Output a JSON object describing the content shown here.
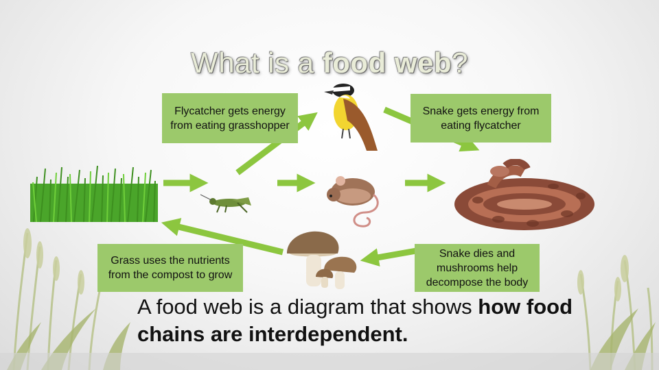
{
  "slide": {
    "title_start": "What is a ",
    "title_bold": "food web",
    "title_end": "?",
    "boxes": {
      "flycatcher": "Flycatcher gets energy from eating grasshopper",
      "snake": "Snake gets energy from eating flycatcher",
      "grass": "Grass uses the nutrients from the compost to grow",
      "mushrooms": "Snake dies and mushrooms help decompose the body"
    },
    "summary_start": "A food web is a diagram that shows ",
    "summary_bold": "how food chains are interdependent."
  },
  "colors": {
    "box_fill": "#9cc96b",
    "arrow": "#8cc63f",
    "title_fill": "#e9ecd8"
  },
  "icons": [
    "grass-image",
    "grasshopper-image",
    "mouse-image",
    "snake-image",
    "flycatcher-image",
    "mushrooms-image",
    "reed-decoration"
  ]
}
